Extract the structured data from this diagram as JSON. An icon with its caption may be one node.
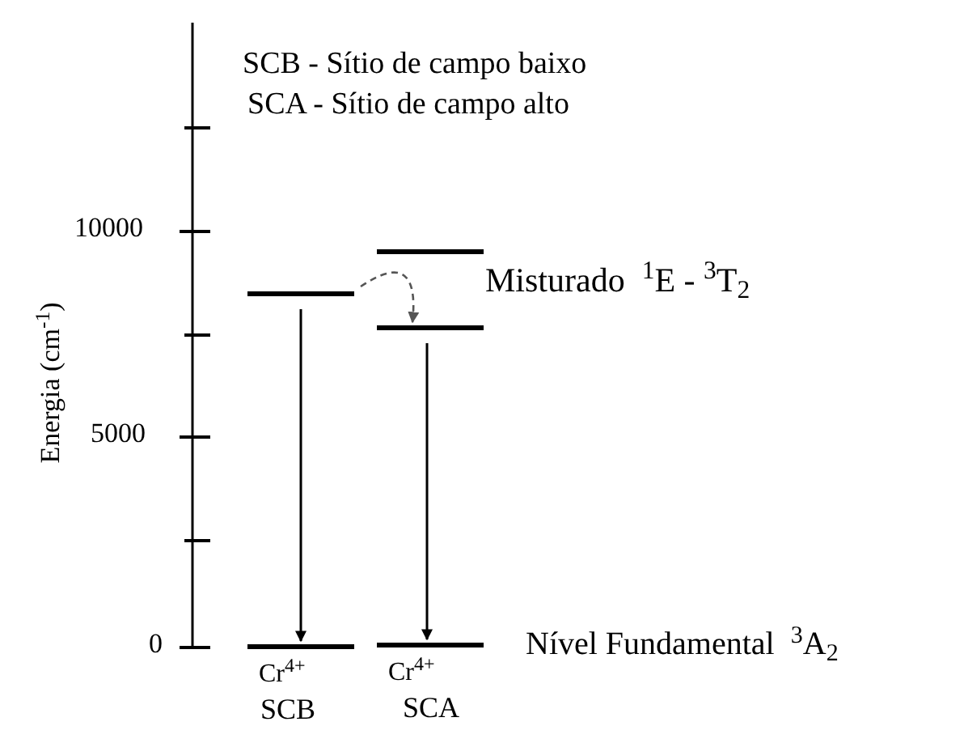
{
  "diagram": {
    "nodes": [
      {
        "text": [],
        "shape": "bar"
      },
      {
        "text": [],
        "shape": "bar"
      },
      {
        "text": [],
        "shape": "bar"
      },
      {
        "text": [],
        "shape": "bar",
        "beside": [
          "Cr$^{4+}$",
          "SCB"
        ]
      },
      {
        "text": [],
        "shape": "bar",
        "beside": [
          "Cr$^{4+}$",
          "SCA"
        ]
      }
    ],
    "edges": [
      {
        "from": 0,
        "to": 3,
        "arrow": "to"
      },
      {
        "from": 2,
        "to": 4,
        "arrow": "to"
      },
      {
        "from": 0,
        "to": 2,
        "arrow": "to",
        "style": "dashed",
        "color": "#555555"
      }
    ],
    "labels": [
      "SCB - Sítio de campo baixo",
      "SCA - Sítio de campo alto",
      "10000",
      "5000",
      "0",
      "Energia (cm$^{-1}$)",
      "Misturado  $^{1}$E - $^{3}$T$_{2}$",
      "Nível Fundamental  $^{3}$A$_{2}$"
    ]
  }
}
